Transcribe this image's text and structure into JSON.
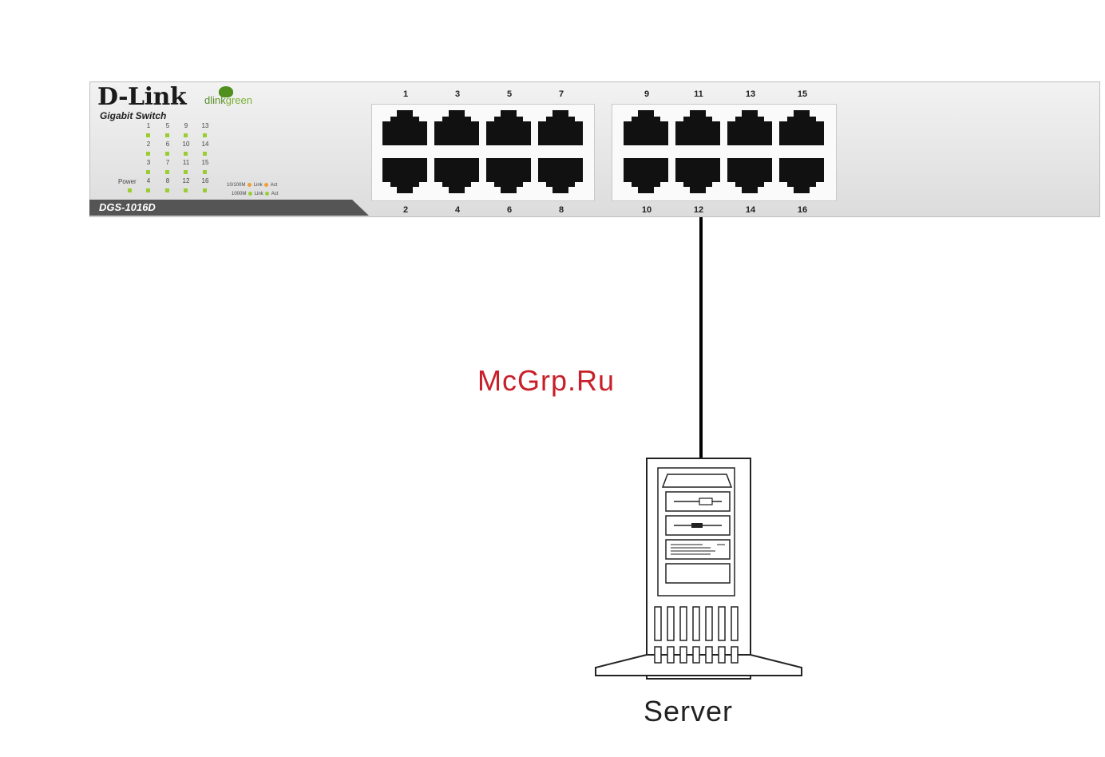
{
  "switch": {
    "brand": "D-Link",
    "brand_sub_prefix": "dlink",
    "brand_sub_suffix": "green",
    "product_line": "Gigabit Switch",
    "model": "DGS-1016D",
    "power_label": "Power",
    "led_columns": [
      [
        "1",
        "2",
        "3",
        "4"
      ],
      [
        "5",
        "6",
        "7",
        "8"
      ],
      [
        "9",
        "10",
        "11",
        "12"
      ],
      [
        "13",
        "14",
        "15",
        "16"
      ]
    ],
    "legend": [
      {
        "speed": "10/100M",
        "link": "Link",
        "act": "Act",
        "color": "#f0a030"
      },
      {
        "speed": "1000M",
        "link": "Link",
        "act": "Act",
        "color": "#9acd32"
      }
    ],
    "ports_top_left": [
      "1",
      "3",
      "5",
      "7"
    ],
    "ports_bottom_left": [
      "2",
      "4",
      "6",
      "8"
    ],
    "ports_top_right": [
      "9",
      "11",
      "13",
      "15"
    ],
    "ports_bottom_right": [
      "10",
      "12",
      "14",
      "16"
    ]
  },
  "connection": {
    "port": "12"
  },
  "watermark": "McGrp.Ru",
  "server": {
    "label": "Server"
  }
}
